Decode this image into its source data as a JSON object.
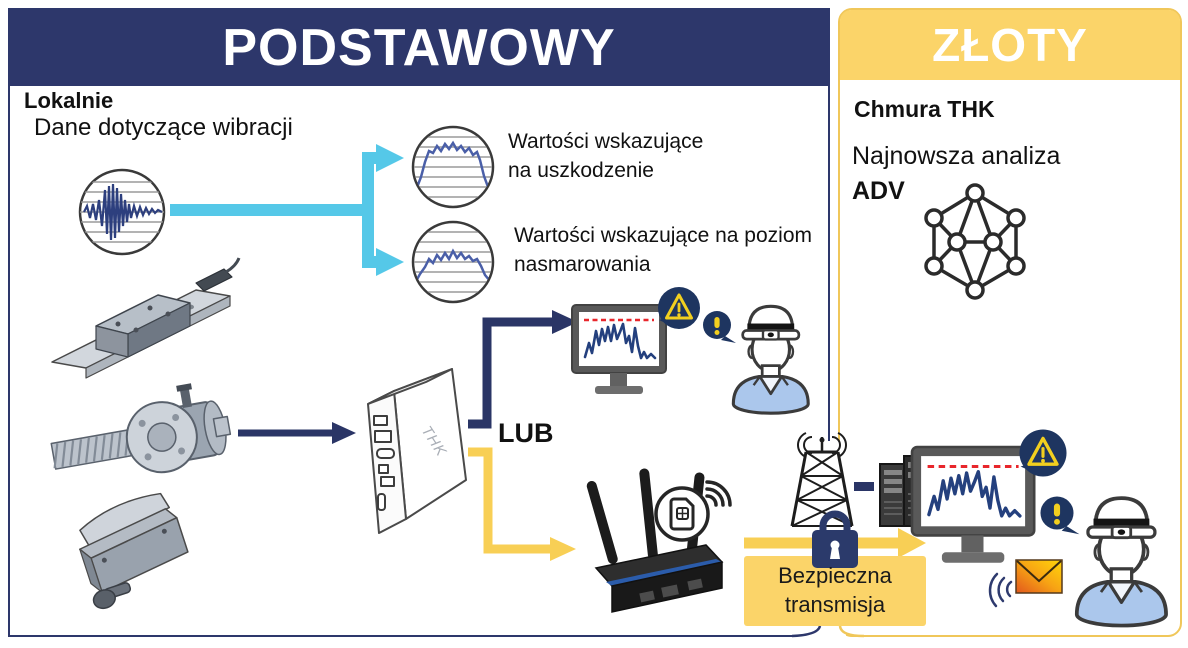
{
  "panels": {
    "basic": {
      "title": "PODSTAWOWY",
      "local_label": "Lokalnie",
      "vibration_data_label": "Dane dotyczące wibracji",
      "damage_caption": [
        "Wartości wskazujące",
        "na uszkodzenie"
      ],
      "lubrication_caption": [
        "Wartości wskazujące na poziom",
        "nasmarowania"
      ],
      "or_label": "LUB",
      "secure_transmission_caption": [
        "Bezpieczna",
        "transmisja"
      ]
    },
    "gold": {
      "title": "ZŁOTY",
      "cloud_label": "Chmura THK",
      "latest_analysis_label": "Najnowsza analiza",
      "adv_label": "ADV"
    }
  },
  "edge_device_brand": "THK",
  "colors": {
    "basic_navy": "#2d376b",
    "gold_yellow": "#fbd469",
    "cyan_arrow": "#55c8e8",
    "yellow_arrow": "#f8cf55",
    "alert_navy": "#1e3560",
    "alert_yellow": "#f2cf1f",
    "threshold_red": "#e8262b",
    "waveform_blue": "#24407e"
  },
  "icons": {
    "vibration_waveform": "seismic-trace-in-circle",
    "damage_chart": "trace-with-plateau-in-circle",
    "lubrication_chart": "trace-with-plateau-in-circle",
    "alert_triangle": "⚠",
    "alert_exclamation": "!",
    "worker": "hard-hat-operator",
    "edge_device": "fanless-pc",
    "router": "lte-router-3-antennas",
    "sim_card": "sim-with-wifi",
    "cell_tower": "lattice-tower",
    "server": "server-towers",
    "lock": "padlock",
    "email": "envelope",
    "signal_waves": "(((",
    "network_graph": "hexagon-node-graph"
  }
}
